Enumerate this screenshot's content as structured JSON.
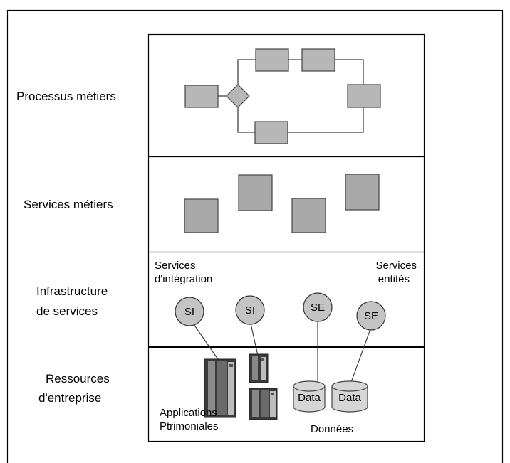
{
  "layers": {
    "processes": "Processus métiers",
    "business_services": "Services métiers",
    "infrastructure_line1": "Infrastructure",
    "infrastructure_line2": "de services",
    "resources_line1": "Ressources",
    "resources_line2": "d'entreprise"
  },
  "infrastructure": {
    "integration_line1": "Services",
    "integration_line2": "d'intégration",
    "entities_line1": "Services",
    "entities_line2": "entités"
  },
  "nodes": {
    "si_1": "SI",
    "si_2": "SI",
    "se_1": "SE",
    "se_2": "SE"
  },
  "resources": {
    "apps_line1": "Applications",
    "apps_line2": "Ptrimoniales",
    "data_1": "Data",
    "data_2": "Data",
    "data_caption": "Données"
  },
  "colors": {
    "box_fill": "#b7b7b7",
    "service_fill": "#a9a9a9",
    "node_fill": "#c4c4c4",
    "server_dark": "#3a3a3a",
    "server_light": "#9a9a9a",
    "db_fill": "#d6d6d6"
  }
}
